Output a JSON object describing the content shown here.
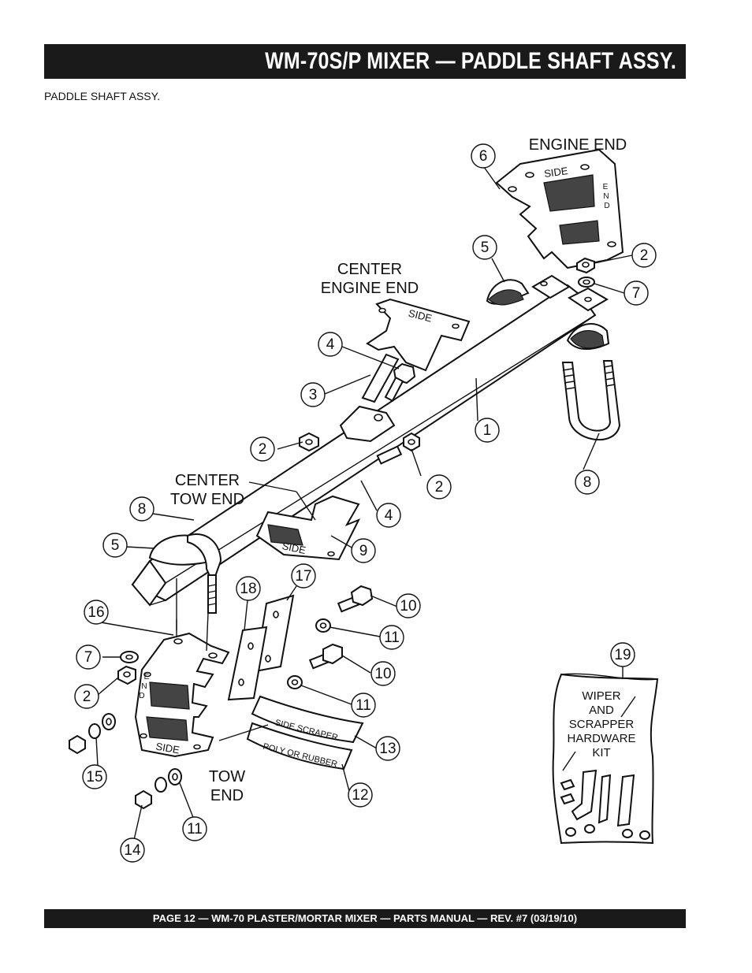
{
  "header": {
    "title": "WM-70S/P MIXER  — PADDLE SHAFT ASSY."
  },
  "subtitle": "PADDLE SHAFT ASSY.",
  "footer": {
    "text": "PAGE 12 — WM-70 PLASTER/MORTAR  MIXER — PARTS MANUAL — REV. #7 (03/19/10)"
  },
  "diagram": {
    "section_labels": {
      "engine_end": "ENGINE END",
      "center_engine_end_1": "CENTER",
      "center_engine_end_2": "ENGINE END",
      "center_tow_end_1": "CENTER",
      "center_tow_end_2": "TOW END",
      "tow_end_1": "TOW",
      "tow_end_2": "END"
    },
    "part_text": {
      "side": "SIDE",
      "end_letters": [
        "E",
        "N",
        "D"
      ],
      "side_scraper": "SIDE SCRAPER",
      "poly_or_rubber": "POLY OR RUBBER"
    },
    "kit_text": [
      "WIPER",
      "AND",
      "SCRAPPER",
      "HARDWARE",
      "KIT"
    ],
    "callouts": [
      {
        "id": "c6",
        "label": "6"
      },
      {
        "id": "c2a",
        "label": "2"
      },
      {
        "id": "c7a",
        "label": "7"
      },
      {
        "id": "c5a",
        "label": "5"
      },
      {
        "id": "c4a",
        "label": "4"
      },
      {
        "id": "c3",
        "label": "3"
      },
      {
        "id": "c1",
        "label": "1"
      },
      {
        "id": "c2b",
        "label": "2"
      },
      {
        "id": "c2c",
        "label": "2"
      },
      {
        "id": "c8a",
        "label": "8"
      },
      {
        "id": "c4b",
        "label": "4"
      },
      {
        "id": "c8b",
        "label": "8"
      },
      {
        "id": "c5b",
        "label": "5"
      },
      {
        "id": "c9",
        "label": "9"
      },
      {
        "id": "c18",
        "label": "18"
      },
      {
        "id": "c17",
        "label": "17"
      },
      {
        "id": "c10a",
        "label": "10"
      },
      {
        "id": "c16",
        "label": "16"
      },
      {
        "id": "c11a",
        "label": "11"
      },
      {
        "id": "c7b",
        "label": "7"
      },
      {
        "id": "c10b",
        "label": "10"
      },
      {
        "id": "c19",
        "label": "19"
      },
      {
        "id": "c2d",
        "label": "2"
      },
      {
        "id": "c11b",
        "label": "11"
      },
      {
        "id": "c13",
        "label": "13"
      },
      {
        "id": "c15",
        "label": "15"
      },
      {
        "id": "c12",
        "label": "12"
      },
      {
        "id": "c11c",
        "label": "11"
      },
      {
        "id": "c14",
        "label": "14"
      }
    ]
  }
}
